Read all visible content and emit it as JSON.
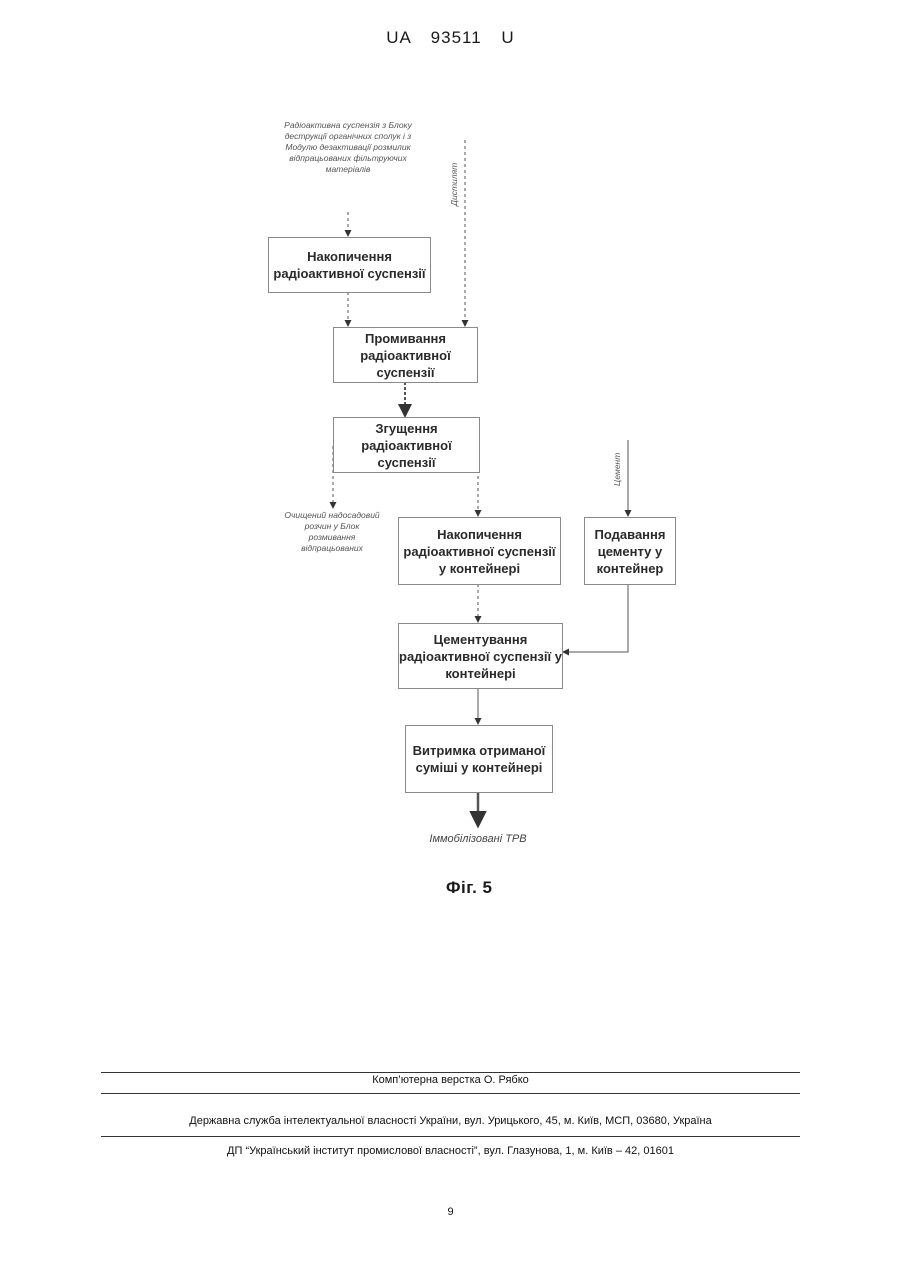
{
  "header": {
    "doc_id": "UA   93511   U"
  },
  "diagram": {
    "inputs": {
      "suspension_source": "Радіоактивна суспензія з Блоку деструкції органічних сполук і з Модулю дезактивації розмилик відпрацьованих фільтруючих матеріалів",
      "distillate": "Дистилят",
      "cement": "Цемент"
    },
    "boxes": {
      "accumulation": "Накопичення радіоактивної суспензії",
      "washing": "Промивання радіоактивної суспензії",
      "thickening": "Згущення радіоактивної суспензії",
      "container_accumulation": "Накопичення радіоактивної суспензії у контейнері",
      "cement_feed": "Подавання цементу у контейнер",
      "cementing": "Цементування радіоактивної суспензії у контейнері",
      "holding": "Витримка отриманої суміші у контейнері"
    },
    "side_output": "Очищений надосадовий розчин у Блок розмивання відпрацьованих",
    "final_output": "Іммобілізовані ТРВ",
    "figure_label": "Фіг. 5"
  },
  "footer": {
    "layout": "Комп’ютерна верстка О. Рябко",
    "agency": "Державна служба інтелектуальної власності України, вул. Урицького, 45, м. Київ, МСП, 03680, Україна",
    "institute": "ДП “Український інститут промислової власності”, вул. Глазунова, 1, м. Київ – 42, 01601",
    "page_number": "9"
  }
}
